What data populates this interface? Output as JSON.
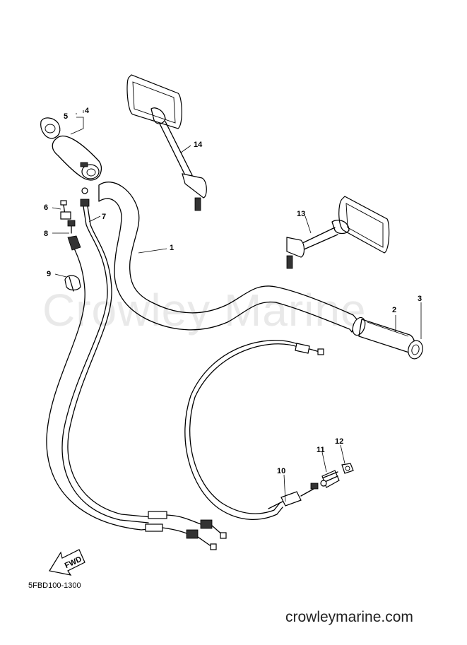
{
  "watermark": "Crowley Marine",
  "footer_url": "crowleymarine.com",
  "diagram_code": "5FBD100-1300",
  "fwd_label": "FWD",
  "callouts": {
    "c1": "1",
    "c2": "2",
    "c3": "3",
    "c4": "4",
    "c5": "5",
    "c6": "6",
    "c7": "7",
    "c8": "8",
    "c9": "9",
    "c10": "10",
    "c11": "11",
    "c12": "12",
    "c13": "13",
    "c14": "14"
  }
}
